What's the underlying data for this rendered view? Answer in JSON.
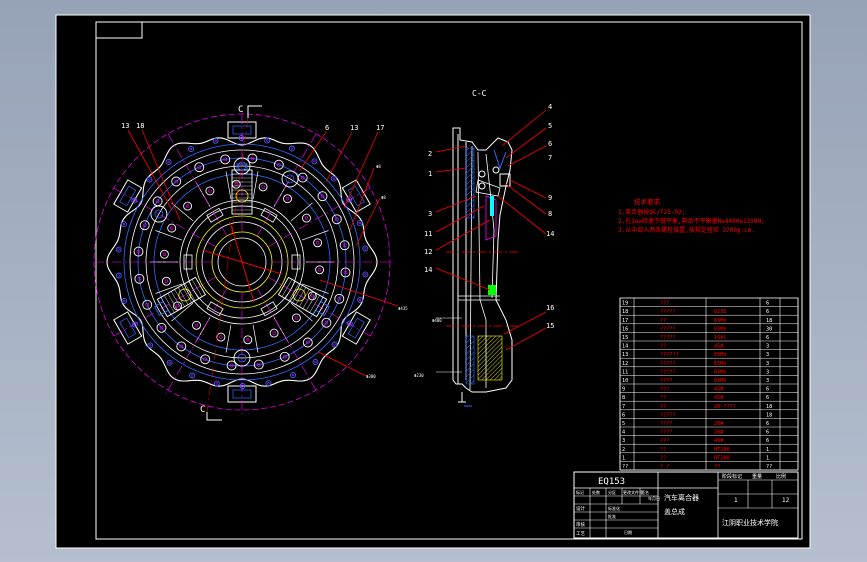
{
  "section_label": "C-C",
  "cut_label": "C",
  "callouts_front": [
    "13",
    "18",
    "6",
    "13",
    "17"
  ],
  "callouts_section_left": [
    "2",
    "1",
    "3",
    "11",
    "12",
    "14"
  ],
  "callouts_section_right": [
    "4",
    "5",
    "6",
    "7",
    "9",
    "8",
    "14",
    "16",
    "15"
  ],
  "notes": {
    "title": "技术要求",
    "lines": [
      "1.离合器按QC/T25-92;",
      "2.在1ew转速下做平衡,剩余不平衡量N≤4400≤1350N;",
      "3.从中部入两条螺栓装置,按规定扭矩 3700g.cm."
    ]
  },
  "bom": {
    "rows": [
      [
        "19",
        "???",
        "",
        "6"
      ],
      [
        "18",
        "?????",
        "Q235",
        "6"
      ],
      [
        "17",
        "??",
        "65Mn",
        "18"
      ],
      [
        "16",
        "?????",
        "65Mn",
        "30"
      ],
      [
        "15",
        "?????",
        "16Al",
        "6"
      ],
      [
        "14",
        "??",
        "45#",
        "3"
      ],
      [
        "13",
        "??????",
        "65Mn",
        "3"
      ],
      [
        "12",
        "?????",
        "65Mn",
        "3"
      ],
      [
        "11",
        "?????",
        "65Mn",
        "3"
      ],
      [
        "10",
        "????",
        "65Mn",
        "3"
      ],
      [
        "9",
        "???",
        "45#",
        "6"
      ],
      [
        "8",
        "??",
        "45#",
        "6"
      ],
      [
        "7",
        "??",
        "20-????",
        "18"
      ],
      [
        "6",
        "?????",
        "",
        "18"
      ],
      [
        "5",
        "????",
        "20#",
        "6"
      ],
      [
        "4",
        "????",
        "20#",
        "6"
      ],
      [
        "3",
        "???",
        "45#",
        "6"
      ],
      [
        "2",
        "??",
        "HT200",
        "1"
      ],
      [
        "1",
        "??",
        "HT200",
        "1"
      ],
      [
        "??",
        "? ?",
        "??",
        "??"
      ]
    ]
  },
  "title_block": {
    "drawing_no": "EQ153",
    "part_name_line1": "汽车离合器",
    "part_name_line2": "盖总成",
    "school": "江阴职业技术学院",
    "stage_labels": [
      "阶段标记",
      "重量",
      "比例"
    ],
    "scale": "1",
    "qty": "12",
    "left_labels": [
      "标记",
      "处数",
      "分区",
      "更改文件号",
      "签名",
      "年月日"
    ],
    "left_rows": [
      "设计",
      "审核",
      "工艺"
    ],
    "left_small": [
      "标准化",
      "批准",
      "日期"
    ]
  }
}
